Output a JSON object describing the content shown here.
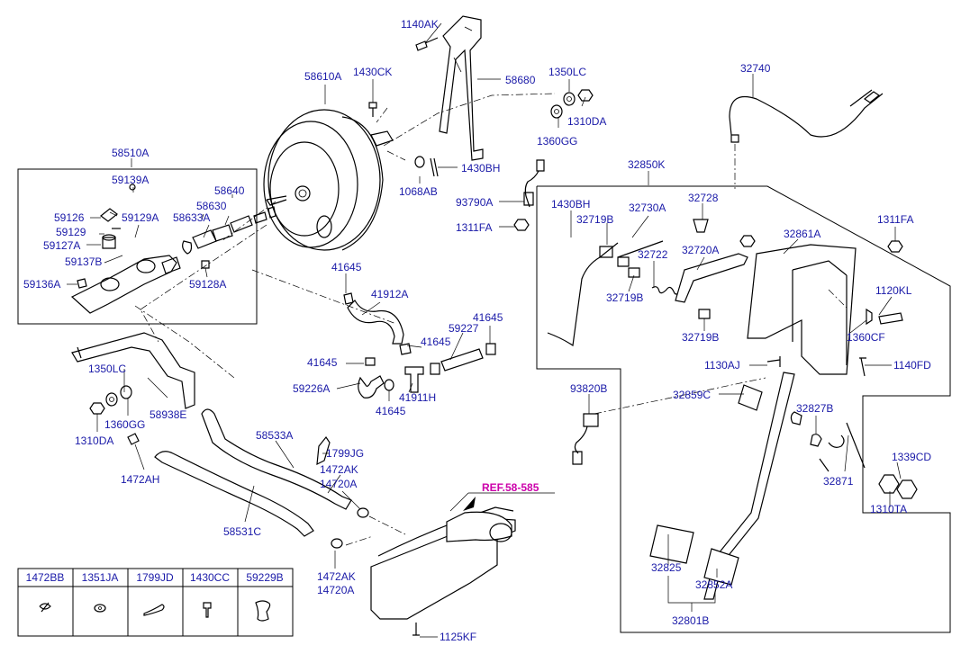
{
  "ref_label": "REF.58-585",
  "labels": {
    "l1140AK": "1140AK",
    "l58610A": "58610A",
    "l1430CK": "1430CK",
    "l58680": "58680",
    "l1350LC_a": "1350LC",
    "l1310DA_a": "1310DA",
    "l1360GG_a": "1360GG",
    "l32740": "32740",
    "l1430BH_a": "1430BH",
    "l1068AB": "1068AB",
    "l58510A": "58510A",
    "l59139A": "59139A",
    "l58640": "58640",
    "l58630": "58630",
    "l58633A": "58633A",
    "l59126": "59126",
    "l59129A": "59129A",
    "l59129": "59129",
    "l59127A": "59127A",
    "l59137B": "59137B",
    "l59136A": "59136A",
    "l59128A": "59128A",
    "l93790A": "93790A",
    "l1311FA_a": "1311FA",
    "l32850K": "32850K",
    "l1430BH_b": "1430BH",
    "l32719B_a": "32719B",
    "l32730A": "32730A",
    "l32728": "32728",
    "l1311FA_b": "1311FA",
    "l32861A": "32861A",
    "l32720A": "32720A",
    "l32722": "32722",
    "l32719B_b": "32719B",
    "l32719B_c": "32719B",
    "l1120KL": "1120KL",
    "l1360CF": "1360CF",
    "l41645_a": "41645",
    "l41912A": "41912A",
    "l41645_b": "41645",
    "l59227": "59227",
    "l41645_c": "41645",
    "l41645_d": "41645",
    "l59226A": "59226A",
    "l41911H": "41911H",
    "l41645_e": "41645",
    "l1130AJ": "1130AJ",
    "l1140FD": "1140FD",
    "l1350LC_b": "1350LC",
    "l1360GG_b": "1360GG",
    "l1310DA_b": "1310DA",
    "l58938E": "58938E",
    "l93820B": "93820B",
    "l32859C": "32859C",
    "l32827B": "32827B",
    "l58533A": "58533A",
    "l1799JG": "1799JG",
    "l1472AK_a": "1472AK",
    "l14720A_a": "14720A",
    "l1472AH": "1472AH",
    "l1339CD": "1339CD",
    "l32871": "32871",
    "l1310TA": "1310TA",
    "l58531C": "58531C",
    "l1472AK_b": "1472AK",
    "l14720A_b": "14720A",
    "l32825": "32825",
    "l32852A": "32852A",
    "l32801B": "32801B",
    "l1125KF": "1125KF"
  },
  "legend": [
    "1472BB",
    "1351JA",
    "1799JD",
    "1430CC",
    "59229B"
  ]
}
